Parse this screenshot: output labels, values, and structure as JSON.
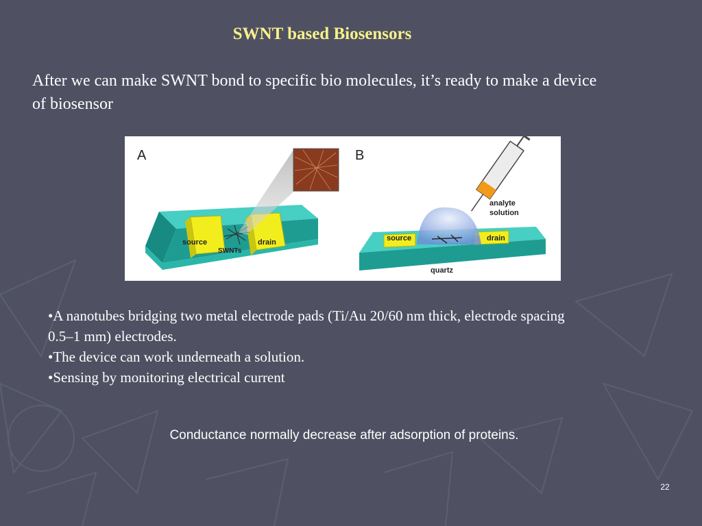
{
  "slide": {
    "title": "SWNT based Biosensors",
    "intro": "After we can make SWNT bond to specific bio molecules, it’s ready to make a device of biosensor",
    "figure": {
      "panel_a_label": "A",
      "panel_b_label": "B",
      "source_label": "source",
      "drain_label": "drain",
      "swnts_label": "SWNTs",
      "source_b_label": "source",
      "drain_b_label": "drain",
      "analyte_label_line1": "analyte",
      "analyte_label_line2": "solution",
      "quartz_label": "quartz"
    },
    "bullets": [
      "•A nanotubes bridging two metal electrode pads (Ti/Au 20/60 nm thick, electrode spacing 0.5–1 mm) electrodes.",
      "•The device can work underneath a solution.",
      "•Sensing by monitoring electrical current"
    ],
    "note": "Conductance normally decrease after adsorption of proteins.",
    "page_number": "22"
  },
  "colors": {
    "background": "#4f5162",
    "title": "#f7f08a",
    "text": "#ffffff",
    "substrate": "#2bb6aa",
    "electrode": "#f2ee1e",
    "syringe_fluid": "#f29a1a"
  }
}
